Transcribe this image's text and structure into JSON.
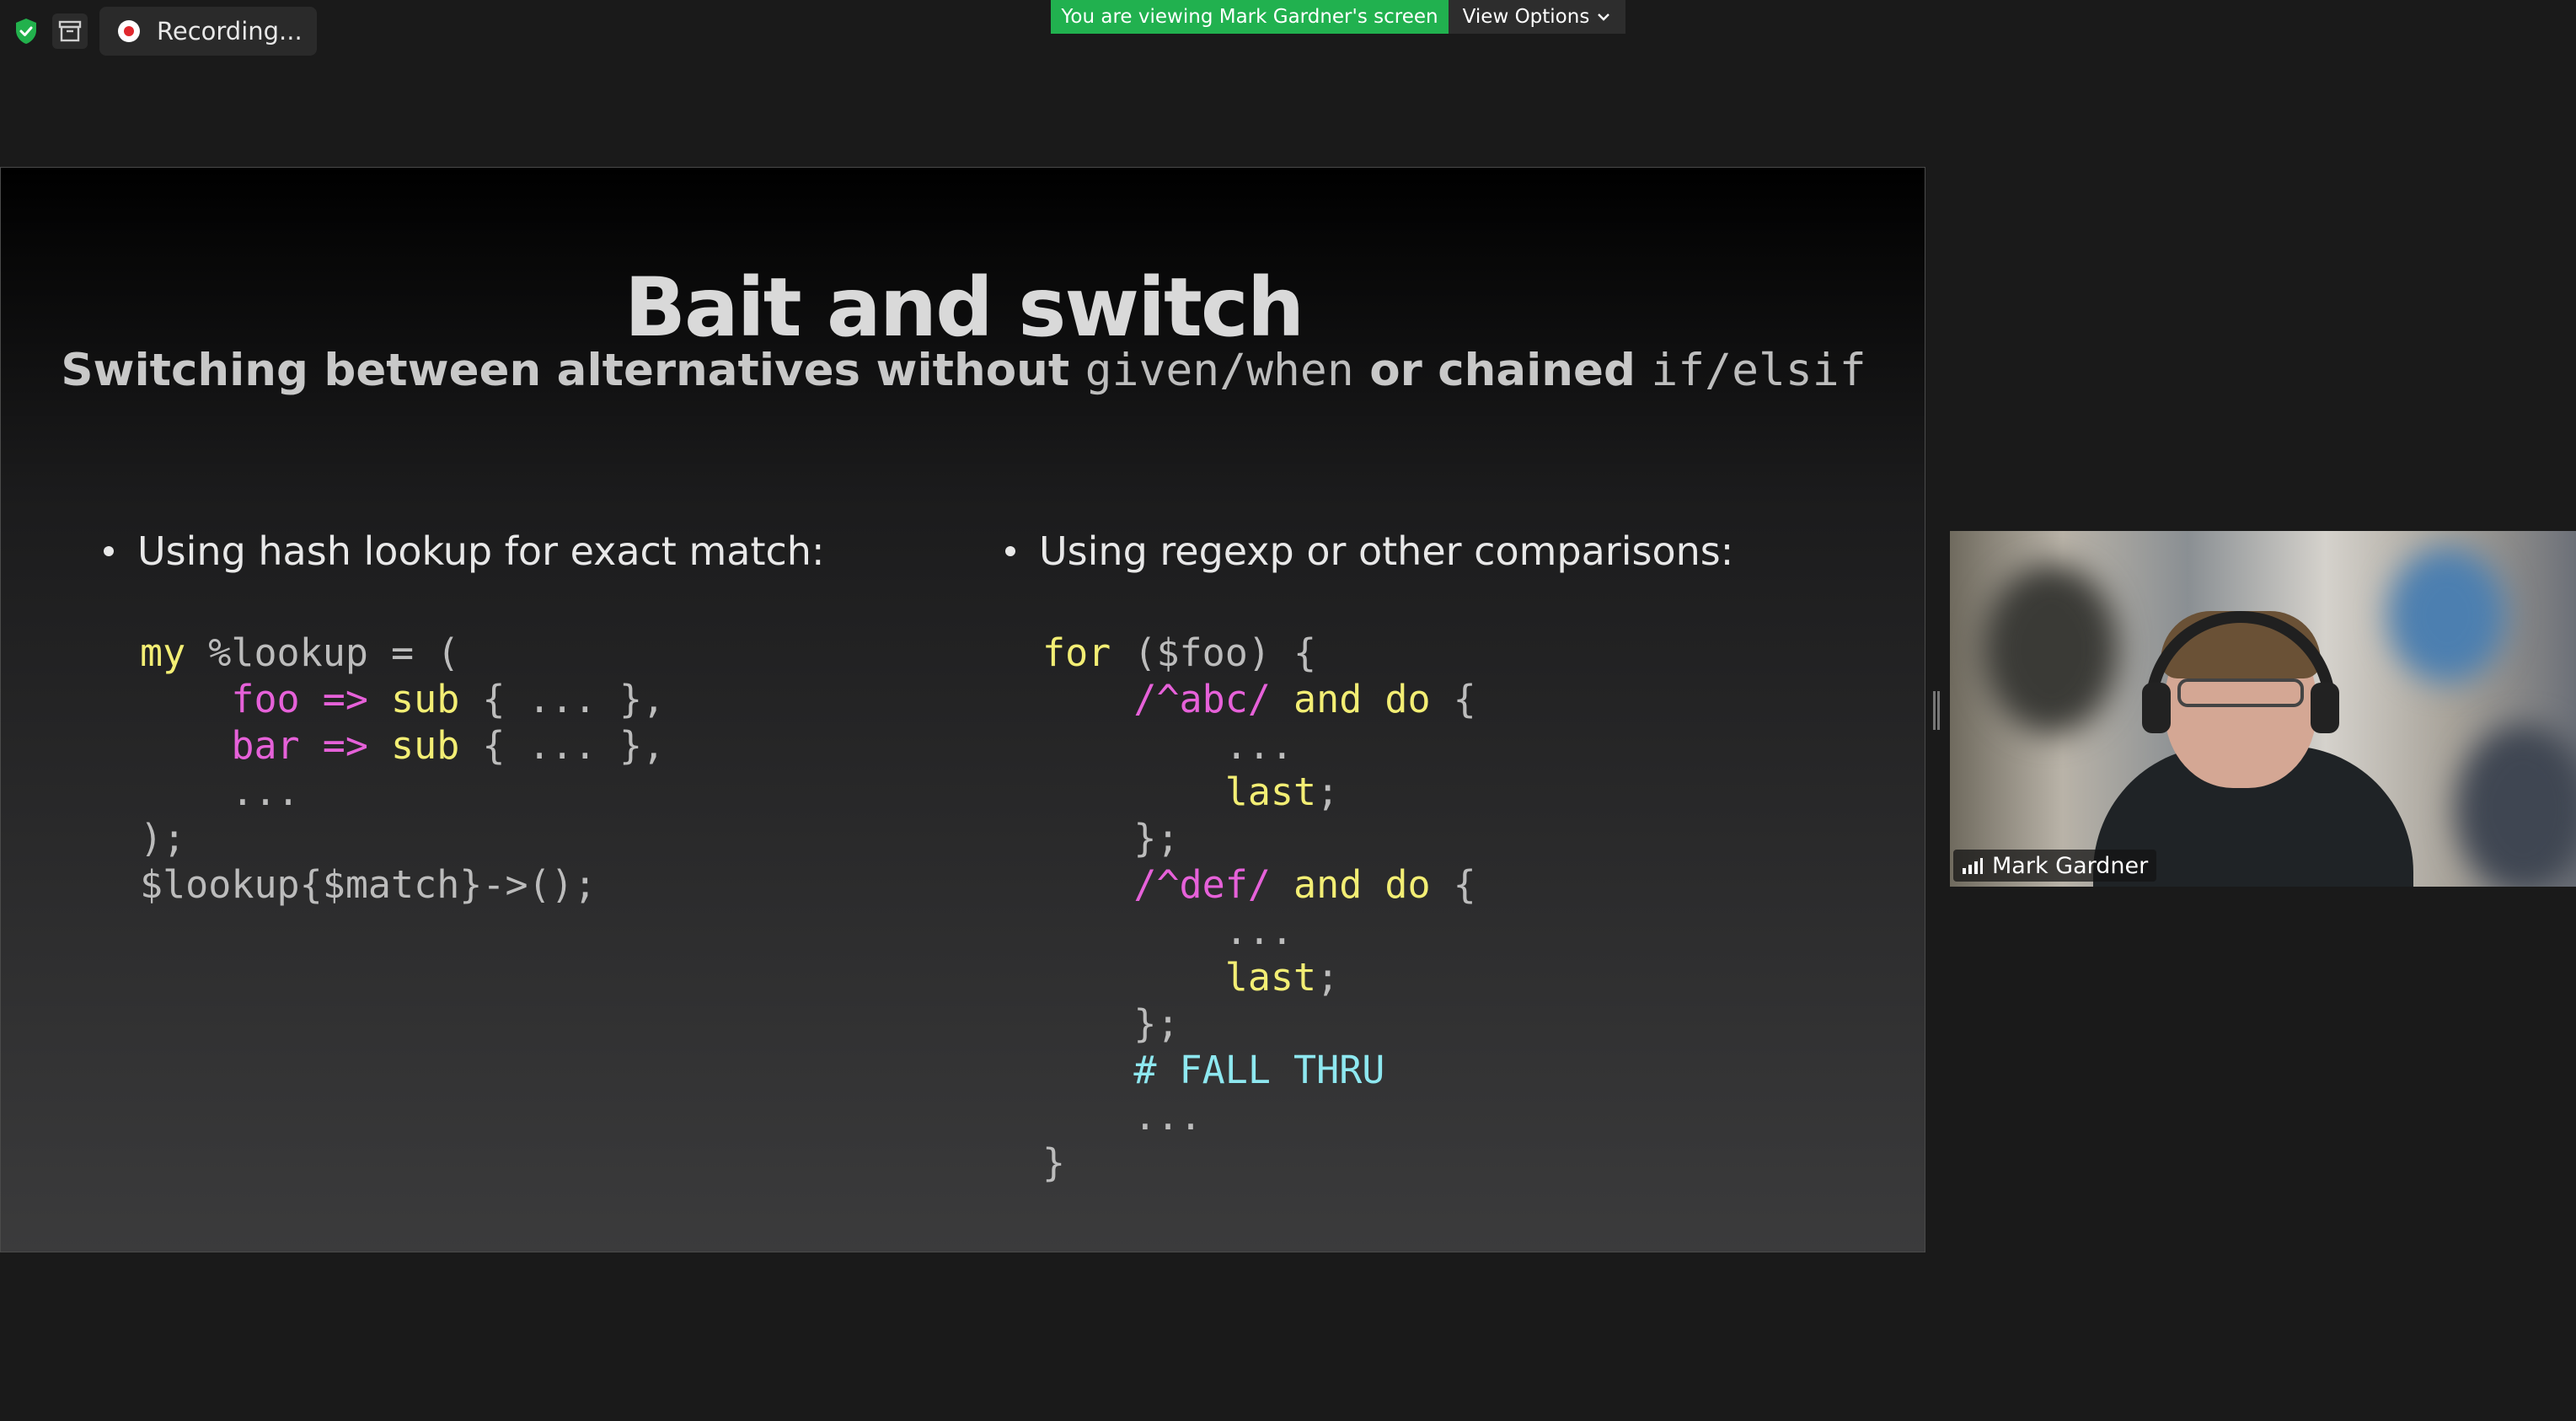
{
  "status": {
    "recording_label": "Recording..."
  },
  "banner": {
    "viewing_text": "You are viewing Mark Gardner's screen",
    "view_options_label": "View Options"
  },
  "slide": {
    "title": "Bait and switch",
    "subtitle": {
      "part1": "Switching between alternatives without ",
      "code1": "given/when",
      "part2": " or chained ",
      "code2": "if/elsif"
    },
    "left": {
      "bullet": "Using hash lookup for exact match:",
      "code_lines": [
        [
          [
            "kw",
            "my"
          ],
          [
            "df",
            " %lookup = ("
          ]
        ],
        [
          [
            "df",
            "    "
          ],
          [
            "pk",
            "foo"
          ],
          [
            "df",
            " "
          ],
          [
            "pk",
            "=>"
          ],
          [
            "df",
            " "
          ],
          [
            "kw",
            "sub"
          ],
          [
            "df",
            " { ... },"
          ]
        ],
        [
          [
            "df",
            "    "
          ],
          [
            "pk",
            "bar"
          ],
          [
            "df",
            " "
          ],
          [
            "pk",
            "=>"
          ],
          [
            "df",
            " "
          ],
          [
            "kw",
            "sub"
          ],
          [
            "df",
            " { ... },"
          ]
        ],
        [
          [
            "df",
            "    ..."
          ]
        ],
        [
          [
            "df",
            ");"
          ]
        ],
        [
          [
            "df",
            "$lookup{$match}->();"
          ]
        ]
      ]
    },
    "right": {
      "bullet": "Using regexp or other comparisons:",
      "code_lines": [
        [
          [
            "kw",
            "for"
          ],
          [
            "df",
            " ($foo) {"
          ]
        ],
        [
          [
            "df",
            "    "
          ],
          [
            "pk",
            "/^abc/"
          ],
          [
            "df",
            " "
          ],
          [
            "kw",
            "and do"
          ],
          [
            "df",
            " {"
          ]
        ],
        [
          [
            "df",
            "        ..."
          ]
        ],
        [
          [
            "df",
            "        "
          ],
          [
            "kw",
            "last"
          ],
          [
            "df",
            ";"
          ]
        ],
        [
          [
            "df",
            "    };"
          ]
        ],
        [
          [
            "df",
            "    "
          ],
          [
            "pk",
            "/^def/"
          ],
          [
            "df",
            " "
          ],
          [
            "kw",
            "and do"
          ],
          [
            "df",
            " {"
          ]
        ],
        [
          [
            "df",
            "        ..."
          ]
        ],
        [
          [
            "df",
            "        "
          ],
          [
            "kw",
            "last"
          ],
          [
            "df",
            ";"
          ]
        ],
        [
          [
            "df",
            "    };"
          ]
        ],
        [
          [
            "df",
            "    "
          ],
          [
            "cm",
            "# FALL THRU"
          ]
        ],
        [
          [
            "df",
            "    ..."
          ]
        ],
        [
          [
            "df",
            "}"
          ]
        ]
      ]
    }
  },
  "video": {
    "participant_name": "Mark Gardner"
  },
  "colors": {
    "banner_green": "#21b14f",
    "code_keyword": "#f3ee74",
    "code_key": "#e661d9",
    "code_comment": "#8ee8f0",
    "code_default": "#bcbcbc"
  }
}
